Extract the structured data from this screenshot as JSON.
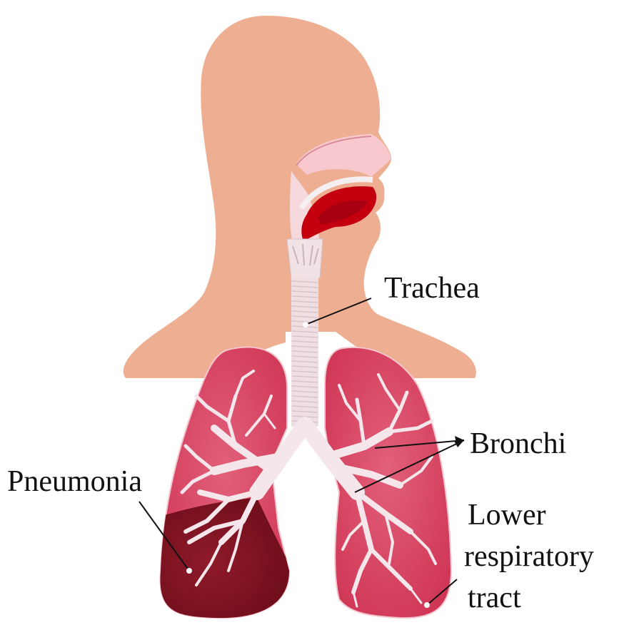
{
  "labels": {
    "trachea": "Trachea",
    "bronchi": "Bronchi",
    "pneumonia": "Pneumonia",
    "lower_line1": "Lower",
    "lower_line2": "respiratory",
    "lower_line3": "tract"
  },
  "colors": {
    "skin": "#eeae92",
    "lung": "#d84a66",
    "lung_dark": "#d03a58",
    "pneumonia": "#7e1020",
    "airway": "#f4e6ea",
    "mouth": "#c4000e",
    "nasal": "#f7c9cf",
    "text": "#111111"
  }
}
